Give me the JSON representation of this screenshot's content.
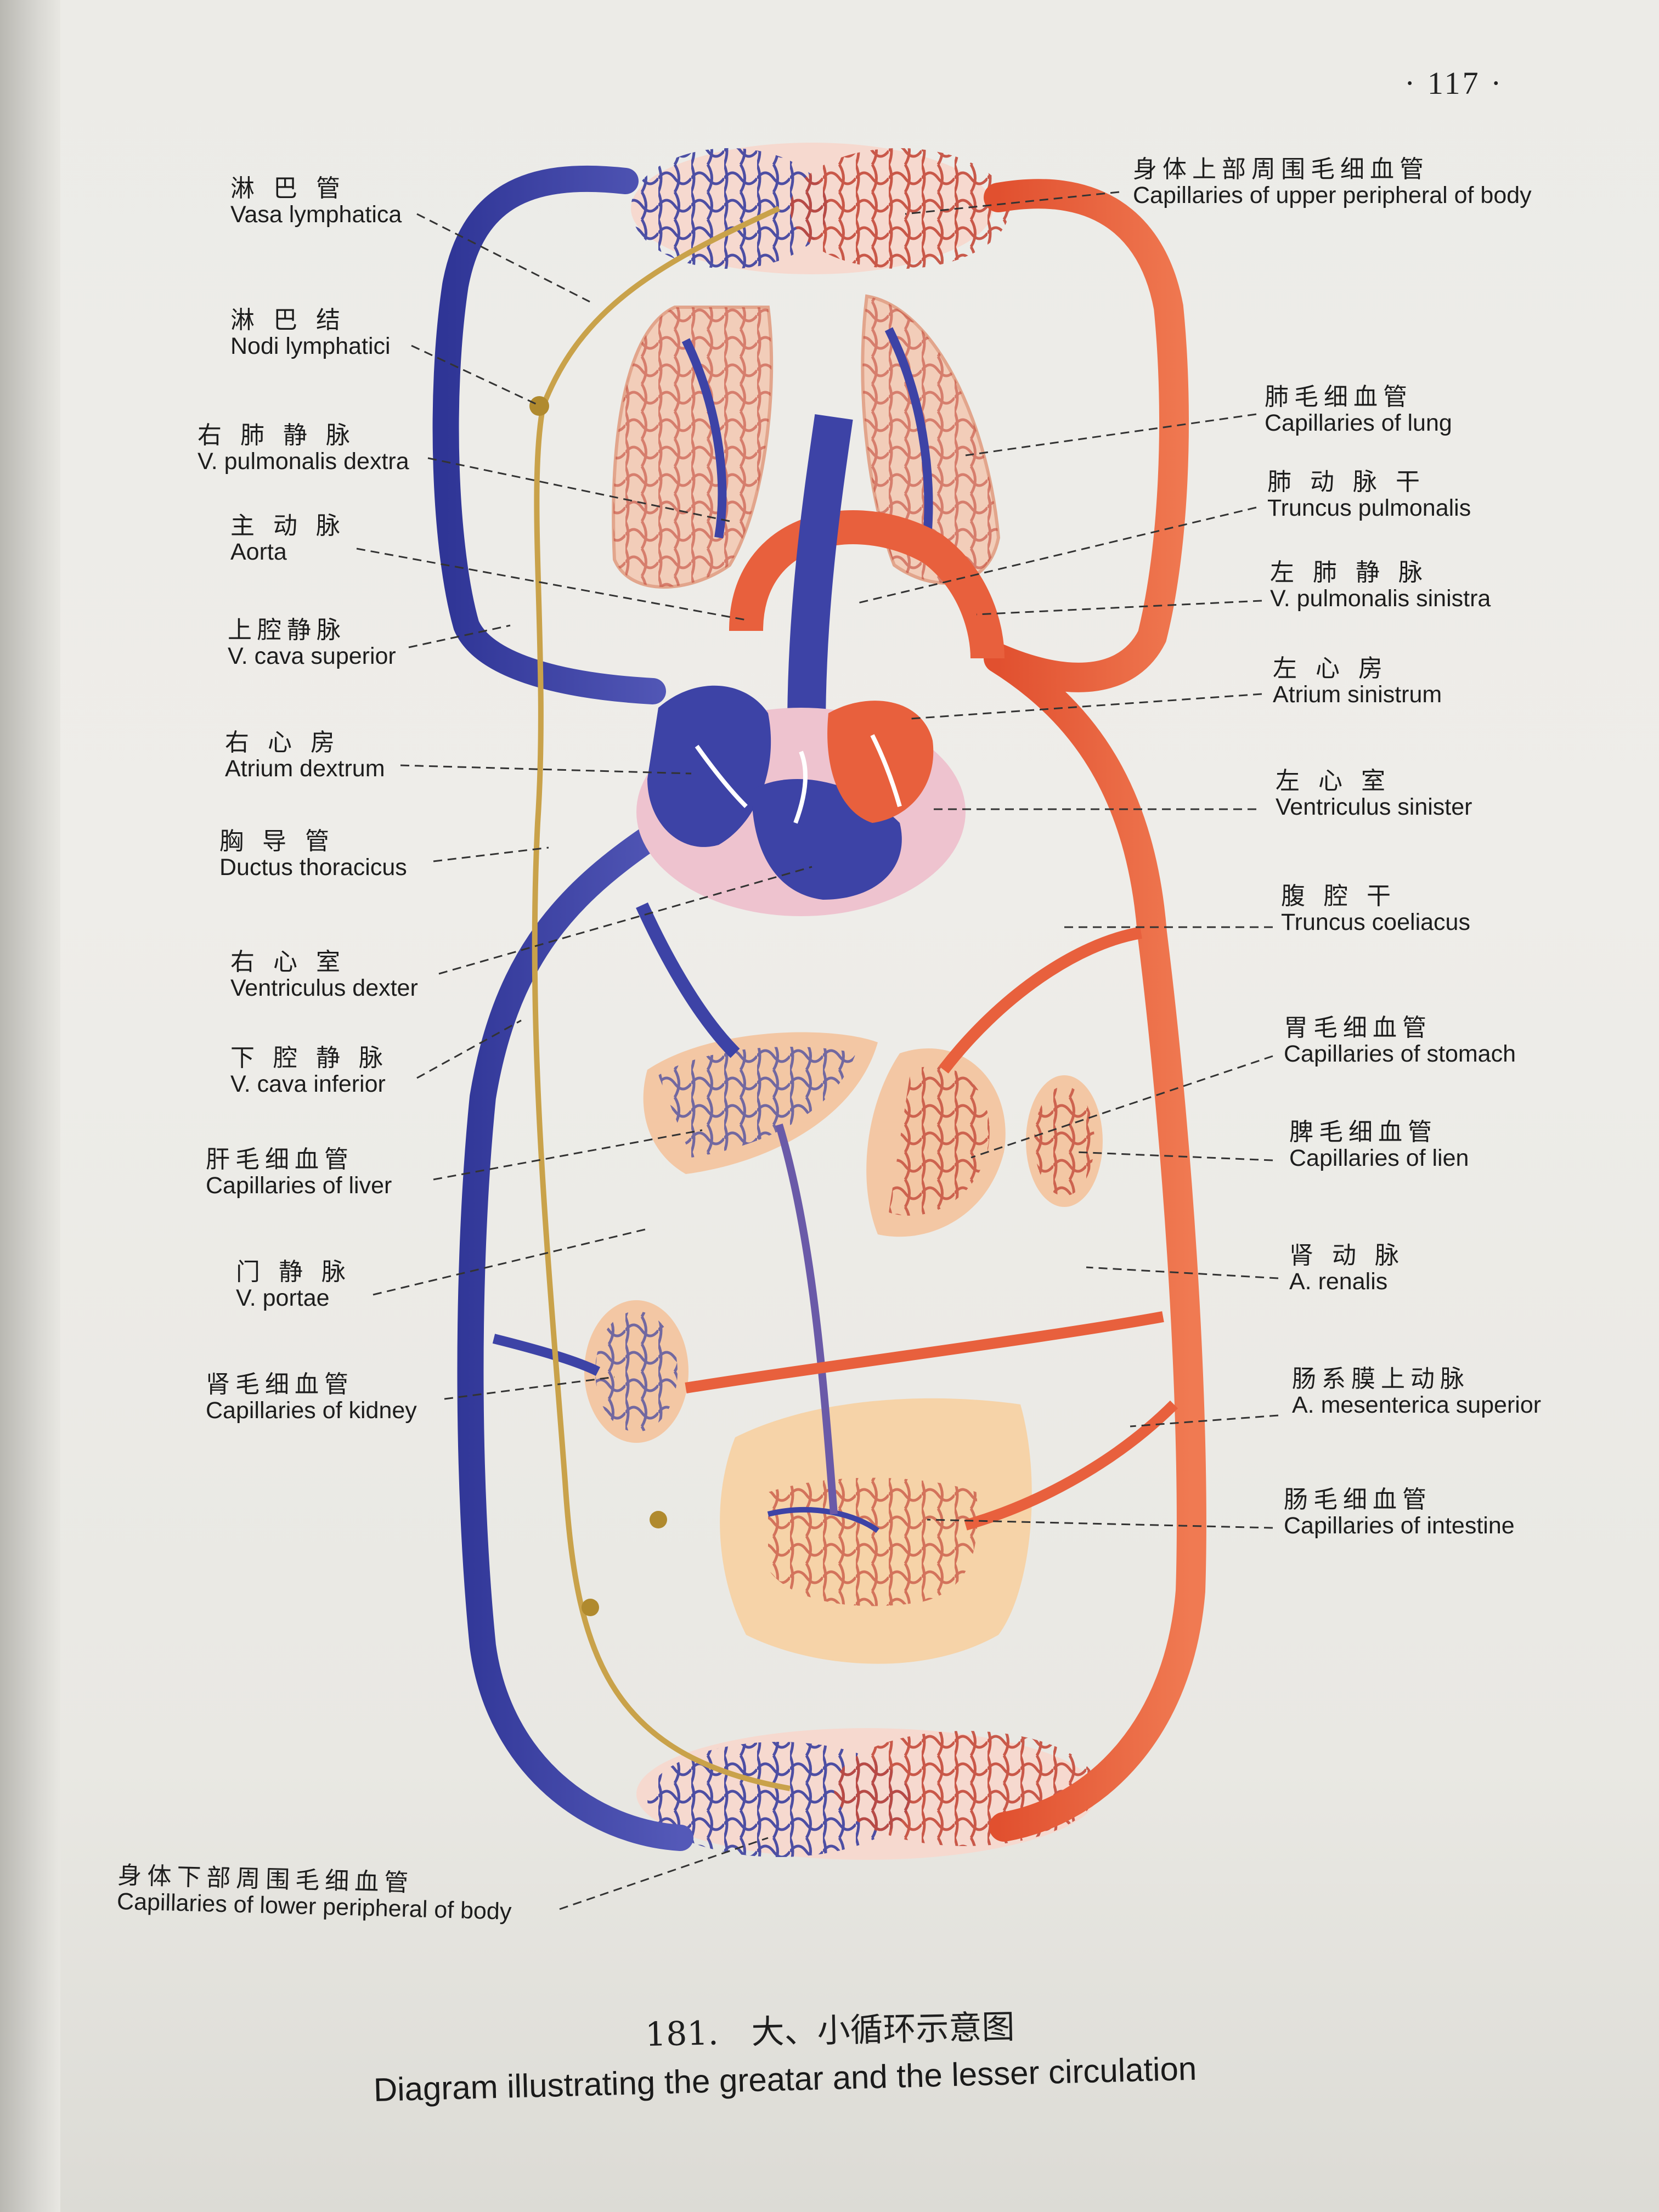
{
  "page_number": "· 117 ·",
  "caption": {
    "number_title": "181.　大、小循环示意图",
    "english": "Diagram illustrating the greatar and the lesser circulation"
  },
  "colors": {
    "artery": "#e8603d",
    "vein": "#3d43a6",
    "lymph": "#c9a24a",
    "heart_pink": "#eec3cf",
    "organ_fill": "#f3c7a4"
  },
  "labels_left": [
    {
      "zh": "淋 巴 管",
      "en": "Vasa lymphatica"
    },
    {
      "zh": "淋 巴 结",
      "en": "Nodi lymphatici"
    },
    {
      "zh": "右 肺 静 脉",
      "en": "V. pulmonalis dextra"
    },
    {
      "zh": "主 动 脉",
      "en": "Aorta"
    },
    {
      "zh": "上腔静脉",
      "en": "V. cava superior"
    },
    {
      "zh": "右 心 房",
      "en": "Atrium dextrum"
    },
    {
      "zh": "胸 导 管",
      "en": "Ductus thoracicus"
    },
    {
      "zh": "右 心 室",
      "en": "Ventriculus dexter"
    },
    {
      "zh": "下 腔 静 脉",
      "en": "V. cava inferior"
    },
    {
      "zh": "肝毛细血管",
      "en": "Capillaries of liver"
    },
    {
      "zh": "门 静 脉",
      "en": "V. portae"
    },
    {
      "zh": "肾毛细血管",
      "en": "Capillaries of kidney"
    },
    {
      "zh": "身体下部周围毛细血管",
      "en": "Capillaries of lower peripheral of body"
    }
  ],
  "labels_right": [
    {
      "zh": "身体上部周围毛细血管",
      "en": "Capillaries of upper peripheral of body"
    },
    {
      "zh": "肺毛细血管",
      "en": "Capillaries of lung"
    },
    {
      "zh": "肺 动 脉 干",
      "en": "Truncus pulmonalis"
    },
    {
      "zh": "左 肺 静 脉",
      "en": "V. pulmonalis sinistra"
    },
    {
      "zh": "左 心 房",
      "en": "Atrium sinistrum"
    },
    {
      "zh": "左 心 室",
      "en": "Ventriculus sinister"
    },
    {
      "zh": "腹 腔 干",
      "en": "Truncus coeliacus"
    },
    {
      "zh": "胃毛细血管",
      "en": "Capillaries of stomach"
    },
    {
      "zh": "脾毛细血管",
      "en": "Capillaries of lien"
    },
    {
      "zh": "肾 动 脉",
      "en": "A. renalis"
    },
    {
      "zh": "肠系膜上动脉",
      "en": "A. mesenterica superior"
    },
    {
      "zh": "肠毛细血管",
      "en": "Capillaries of intestine"
    }
  ]
}
